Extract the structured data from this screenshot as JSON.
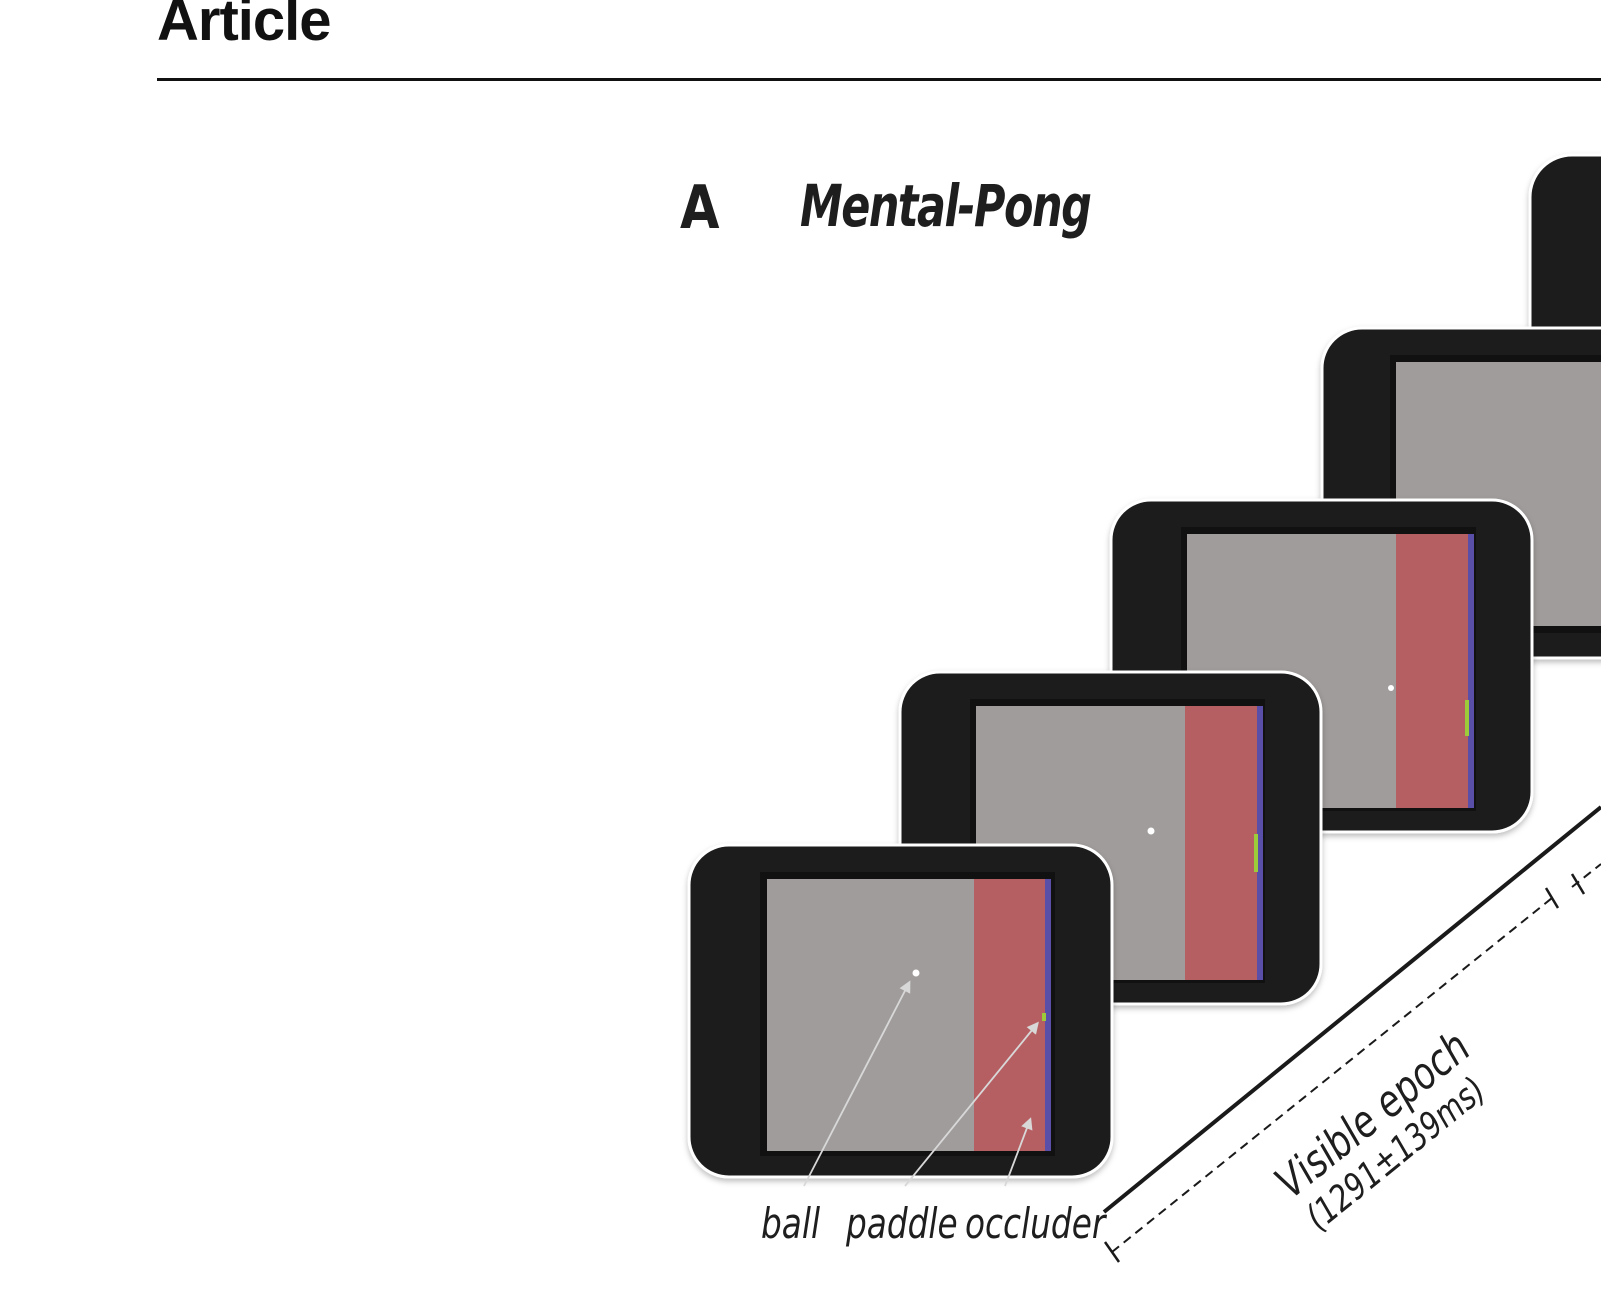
{
  "header": {
    "title": "Article"
  },
  "panel": {
    "letter": "A",
    "title": "Mental-Pong"
  },
  "labels": {
    "ball": "ball",
    "paddle": "paddle",
    "occluder": "occluder",
    "epoch_name": "Visible epoch",
    "epoch_duration": "(1291±139ms)"
  },
  "colors": {
    "frame": "#1f1f1f",
    "screen_background": "#a09c9b",
    "occluder": "#b65f63",
    "right_wall": "#5a4fa8",
    "paddle": "#9ccc3a",
    "ball": "#ffffff"
  }
}
